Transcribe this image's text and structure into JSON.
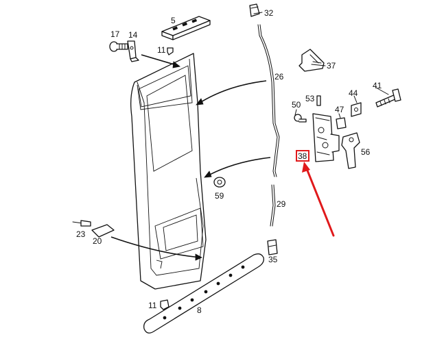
{
  "highlight_color": "#e0191b",
  "labels": {
    "p5": "5",
    "p8": "8",
    "p11a": "11",
    "p11b": "11",
    "p14": "14",
    "p17": "17",
    "p20": "20",
    "p23": "23",
    "p26": "26",
    "p29": "29",
    "p32": "32",
    "p35": "35",
    "p37": "37",
    "p38": "38",
    "p41": "41",
    "p44": "44",
    "p47": "47",
    "p50": "50",
    "p53": "53",
    "p56": "56",
    "p59": "59"
  }
}
